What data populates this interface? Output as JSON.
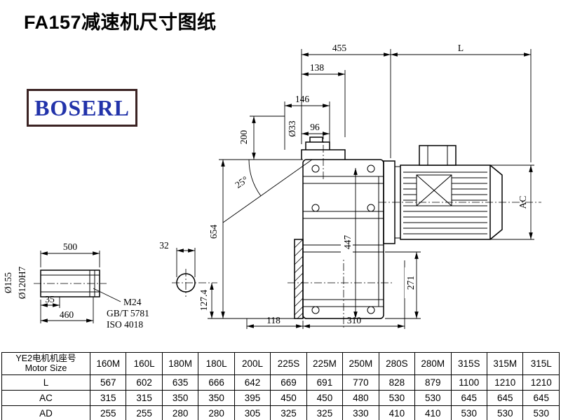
{
  "page": {
    "title": "FA157减速机尺寸图纸",
    "logo": "BOSERL"
  },
  "colors": {
    "line": "#000000",
    "logo_text": "#2233aa",
    "logo_border": "#3b2323",
    "background": "#ffffff"
  },
  "drawing": {
    "dims": {
      "d455": "455",
      "dL": "L",
      "d138": "138",
      "d146": "146",
      "d96": "96",
      "d33": "Ø33",
      "d200": "200",
      "d25": "25°",
      "d654": "654",
      "d447": "447",
      "dAC": "AC",
      "d271": "271",
      "d118": "118",
      "d310": "310",
      "d127_4": "127.4",
      "d500": "500",
      "d35": "35",
      "d460": "460",
      "d32": "32",
      "d155": "Ø155",
      "d120": "Ø120H7",
      "m24": "M24",
      "gbt": "GB/T 5781",
      "iso": "ISO 4018"
    }
  },
  "table": {
    "header_cn": "YE2电机机座号",
    "header_en": "Motor Size",
    "columns": [
      "160M",
      "160L",
      "180M",
      "180L",
      "200L",
      "225S",
      "225M",
      "250M",
      "280S",
      "280M",
      "315S",
      "315M",
      "315L"
    ],
    "rows": [
      {
        "label": "L",
        "values": [
          "567",
          "602",
          "635",
          "666",
          "642",
          "669",
          "691",
          "770",
          "828",
          "879",
          "1100",
          "1210",
          "1210"
        ]
      },
      {
        "label": "AC",
        "values": [
          "315",
          "315",
          "350",
          "350",
          "395",
          "450",
          "450",
          "480",
          "530",
          "530",
          "645",
          "645",
          "645"
        ]
      },
      {
        "label": "AD",
        "values": [
          "255",
          "255",
          "280",
          "280",
          "305",
          "325",
          "325",
          "330",
          "410",
          "410",
          "530",
          "530",
          "530"
        ]
      }
    ]
  }
}
